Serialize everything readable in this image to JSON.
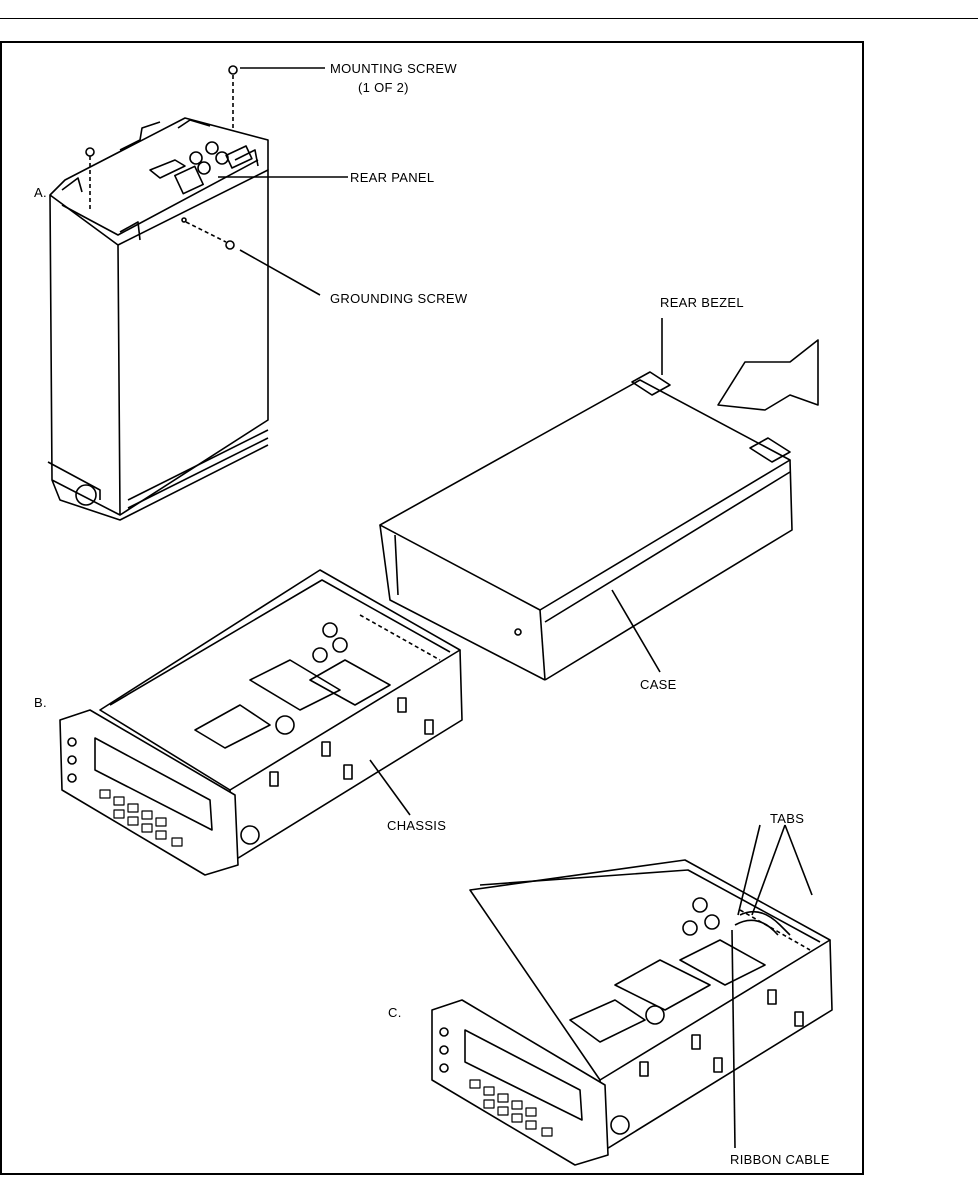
{
  "figure": {
    "panel_a": "A.",
    "panel_b": "B.",
    "panel_c": "C.",
    "labels": {
      "mounting_screw": "MOUNTING SCREW",
      "mounting_screw_count": "(1 OF 2)",
      "rear_panel": "REAR PANEL",
      "grounding_screw": "GROUNDING  SCREW",
      "rear_bezel": "REAR BEZEL",
      "case": "CASE",
      "chassis": "CHASSIS",
      "tabs": "TABS",
      "ribbon_cable": "RIBBON CABLE"
    }
  }
}
